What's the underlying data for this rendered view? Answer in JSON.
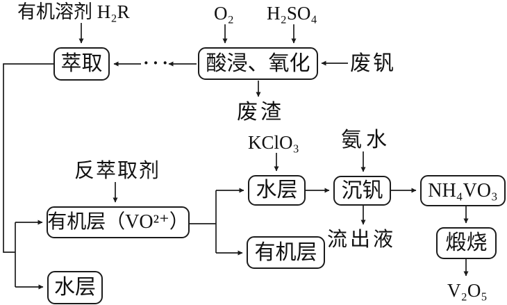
{
  "diagram": {
    "background": "#ffffff",
    "line_color": "#1b1b1b",
    "text_color": "#111111",
    "description": "Process flow for recovering V2O5 from waste vanadium"
  },
  "nodes": {
    "organic_solvent": "有机溶剂 H₂R",
    "o2": "O₂",
    "h2so4": "H₂SO₄",
    "waste_vanadium": "废钒",
    "extraction": "萃取",
    "acid_leach_oxidation": "酸浸、氧化",
    "ellipsis": "···",
    "waste_residue": "废渣",
    "kclo3": "KClO₃",
    "ammonia": "氨水",
    "stripping_agent": "反萃取剂",
    "organic_layer_vo2": "有机层（VO²⁺）",
    "water_layer_left": "水层",
    "water_layer_mid": "水层",
    "organic_layer_mid": "有机层",
    "vanadium_precipitation": "沉钒",
    "nh4vo3": "NH₄VO₃",
    "effluent": "流出液",
    "calcination": "煅烧",
    "v2o5": "V₂O₅"
  }
}
